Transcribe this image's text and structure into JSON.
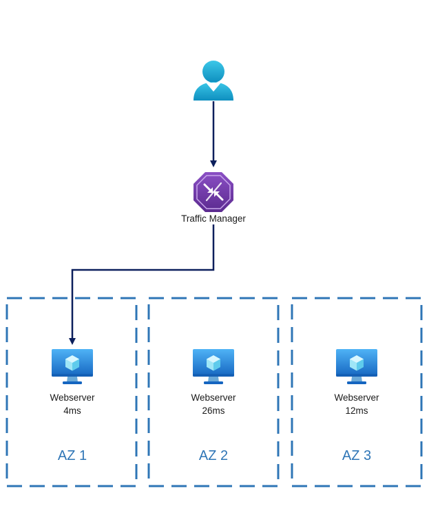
{
  "colors": {
    "zone_border": "#2e75b6",
    "zone_label": "#2e75b6",
    "connector": "#0b1f5c",
    "user_primary": "#1fb6da",
    "user_secondary": "#0e8fbf",
    "traffic_manager_primary": "#7a3fb3",
    "traffic_manager_secondary": "#5b2a8f",
    "monitor_primary": "#1e88e5",
    "monitor_secondary": "#1565c0"
  },
  "user": {
    "icon": "user-icon"
  },
  "traffic_manager": {
    "icon": "traffic-manager-icon",
    "label": "Traffic Manager"
  },
  "zones": [
    {
      "label": "AZ 1",
      "server": {
        "icon": "virtual-machine-icon",
        "name": "Webserver",
        "latency": "4ms"
      }
    },
    {
      "label": "AZ 2",
      "server": {
        "icon": "virtual-machine-icon",
        "name": "Webserver",
        "latency": "26ms"
      }
    },
    {
      "label": "AZ 3",
      "server": {
        "icon": "virtual-machine-icon",
        "name": "Webserver",
        "latency": "12ms"
      }
    }
  ]
}
